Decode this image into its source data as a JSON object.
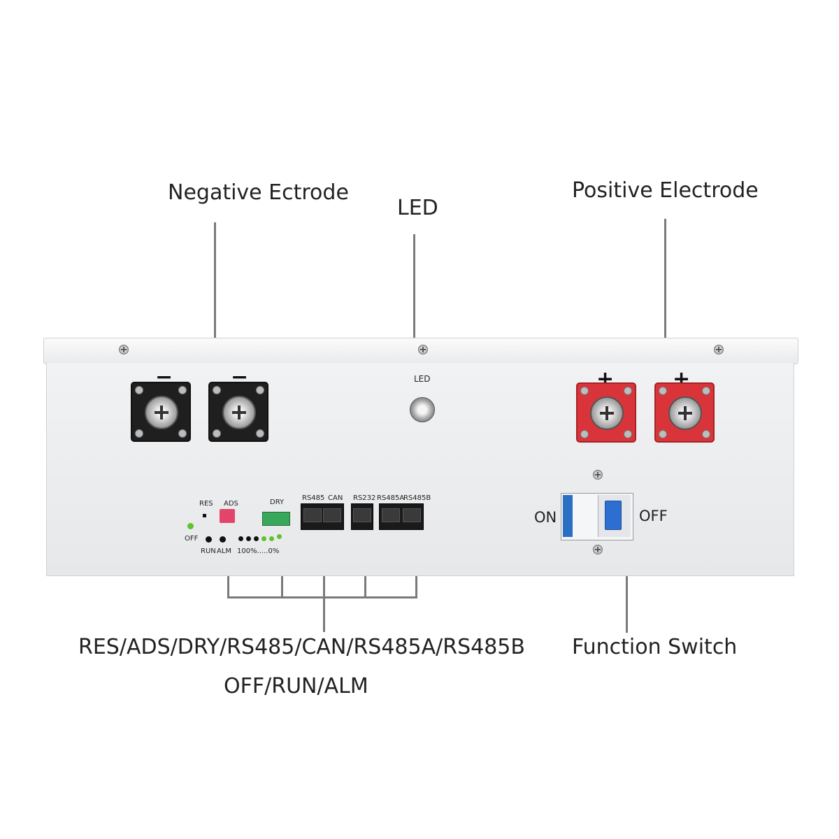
{
  "callouts": {
    "negative": "Negative Ectrode",
    "led": "LED",
    "positive": "Positive Electrode",
    "interfaces": "RES/ADS/DRY/RS485/CAN/RS485A/RS485B",
    "indicators": "OFF/RUN/ALM",
    "function_switch": "Function Switch"
  },
  "panel": {
    "led_label": "LED",
    "neg_sign": "−",
    "pos_sign": "+",
    "res": "RES",
    "ads": "ADS",
    "dry": "DRY",
    "off": "OFF",
    "run": "RUN",
    "alm": "ALM",
    "soc": "100%.....0%",
    "rs485": "RS485",
    "can": "CAN",
    "rs232": "RS232",
    "rs485a": "RS485A",
    "rs485b": "RS485B",
    "switch_on": "ON",
    "switch_off": "OFF"
  }
}
